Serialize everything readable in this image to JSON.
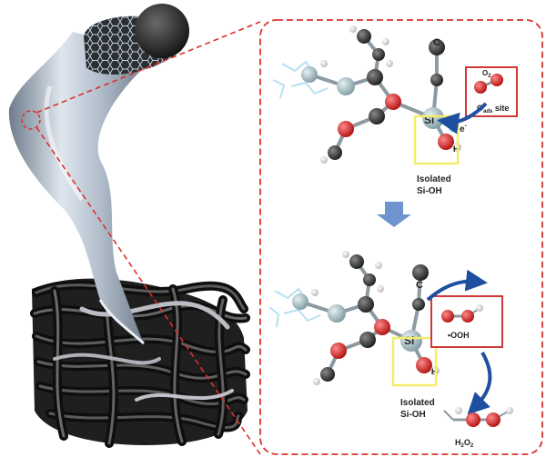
{
  "labels": {
    "c_top": "C",
    "si_top": "Si",
    "electron": "e",
    "electron_sup": "-",
    "h_top": "H",
    "o2_main": "O",
    "o2_sub": "2",
    "oads_main": "O",
    "oads_sub": "ads",
    "oads_rest": " site",
    "isolated_top_1": "Isolated",
    "isolated_top_2": "Si-OH",
    "c_bottom": "C",
    "si_bottom": "Si",
    "h_bottom": "H",
    "ooh": "•OOH",
    "isolated_bottom_1": "Isolated",
    "isolated_bottom_2": "Si-OH",
    "h2o2_main": "H",
    "h2o2_sub1": "2",
    "h2o2_mid": "O",
    "h2o2_sub2": "2"
  },
  "colors": {
    "dashed_outline": "#d9322b",
    "site_box": "#cc2222",
    "isolated_box": "#f2ee6a",
    "arrow_blue": "#1e4fa0",
    "process_arrow": "#6f93cf",
    "oxygen_atom": "#d42020",
    "silicon_atom": "#9fb8c0",
    "carbon_atom": "#333333",
    "hydrogen_atom": "#ffffff"
  },
  "icons": [
    "carbon-nanotube-icon",
    "carbon-fiber-mat-icon",
    "downward-process-arrow-icon"
  ]
}
